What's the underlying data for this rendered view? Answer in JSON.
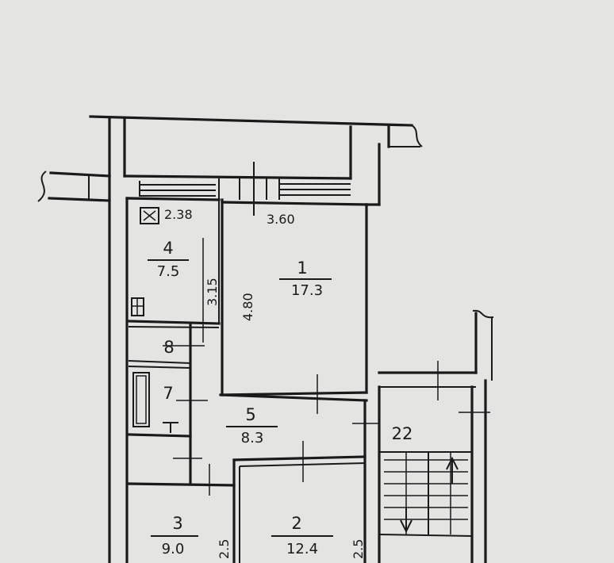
{
  "rooms": [
    {
      "id": "1",
      "area": "17.3"
    },
    {
      "id": "2",
      "area": "12.4"
    },
    {
      "id": "3",
      "area": "9.0"
    },
    {
      "id": "4",
      "area": "7.5"
    },
    {
      "id": "5",
      "area": "8.3"
    },
    {
      "id": "7",
      "area": ""
    },
    {
      "id": "8",
      "area": ""
    },
    {
      "id": "22",
      "area": ""
    }
  ],
  "dimensions": {
    "room1_width": "3.60",
    "room1_length": "4.80",
    "room4_width": "2.38",
    "room4_length": "3.15",
    "room2_side": "2.5",
    "room3_side": "2.5"
  },
  "colors": {
    "paper": "#e4e4e2",
    "ink": "#1a1a1a"
  }
}
